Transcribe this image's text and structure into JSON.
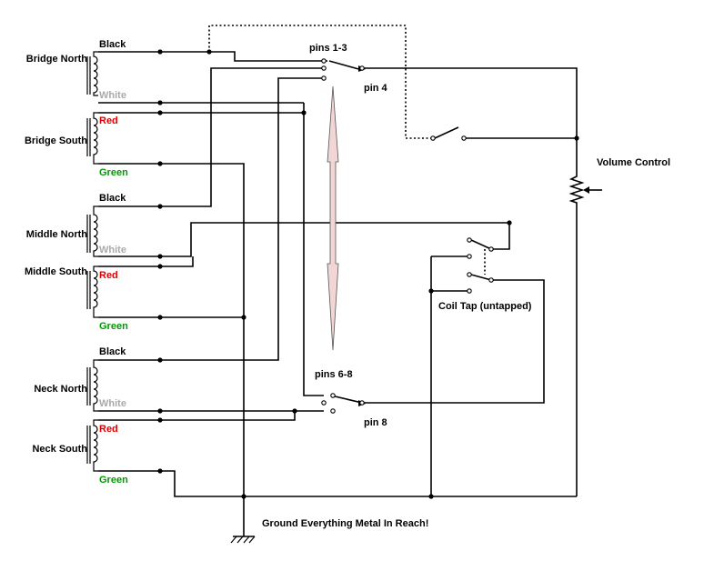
{
  "pickups": [
    {
      "name": "Bridge North",
      "lead_top": "Black",
      "lead_bottom": "White"
    },
    {
      "name": "Bridge South",
      "lead_top": "Red",
      "lead_bottom": "Green"
    },
    {
      "name": "Middle North",
      "lead_top": "Black",
      "lead_bottom": "White"
    },
    {
      "name": "Middle South",
      "lead_top": "Red",
      "lead_bottom": "Green"
    },
    {
      "name": "Neck North",
      "lead_top": "Black",
      "lead_bottom": "White"
    },
    {
      "name": "Neck South",
      "lead_top": "Red",
      "lead_bottom": "Green"
    }
  ],
  "labels": {
    "pins_1_3": "pins 1-3",
    "pin_4": "pin 4",
    "pins_6_8": "pins 6-8",
    "pin_8": "pin 8",
    "volume": "Volume Control",
    "coil_tap": "Coil Tap (untapped)",
    "ground": "Ground Everything Metal In Reach!"
  },
  "colors": {
    "black": "#000000",
    "white": "#aaaaaa",
    "red": "#e00000",
    "green": "#009900",
    "arrow": "#f2d6d6"
  }
}
